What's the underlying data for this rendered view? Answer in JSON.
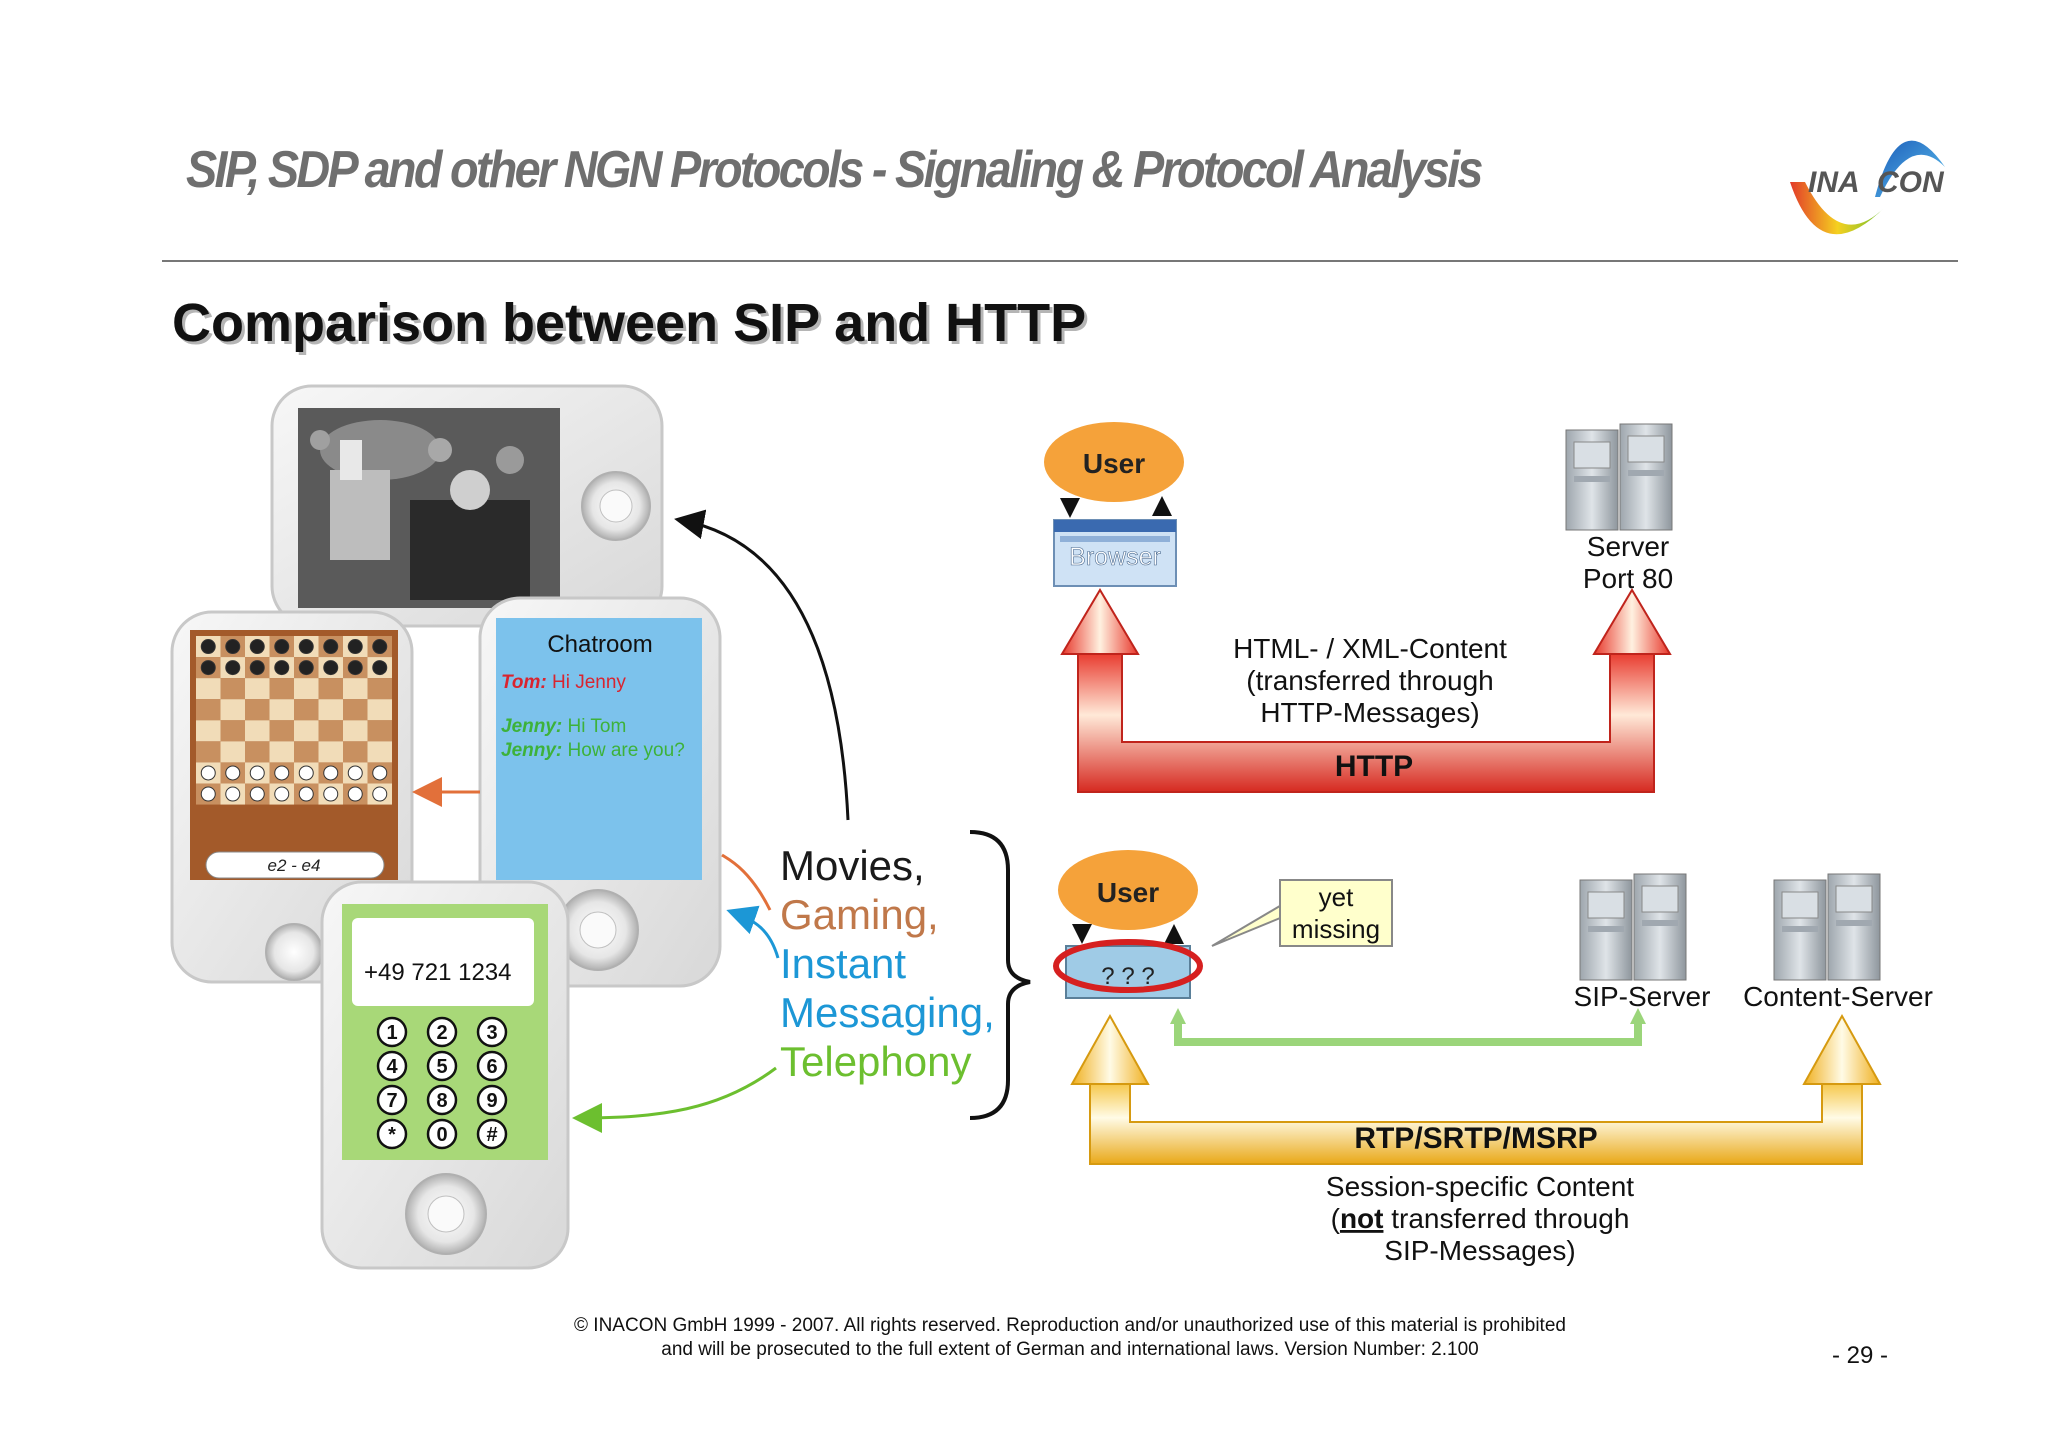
{
  "header": {
    "title": "SIP, SDP and other NGN Protocols - Signaling & Protocol Analysis",
    "logo_left": "INA",
    "logo_right": "CON"
  },
  "slide": {
    "title": "Comparison between SIP and HTTP"
  },
  "phones": {
    "chat_title": "Chatroom",
    "chat_lines": [
      {
        "name": "Tom:",
        "text": " Hi Jenny",
        "color": "#d9242f"
      },
      {
        "name": "Jenny:",
        "text": " Hi Tom",
        "color": "#3db23a"
      },
      {
        "name": "Jenny:",
        "text": " How are you?",
        "color": "#3db23a"
      }
    ],
    "chess_move": "e2 - e4",
    "phone_number": "+49 721 1234",
    "keypad": [
      "1",
      "2",
      "3",
      "4",
      "5",
      "6",
      "7",
      "8",
      "9",
      "*",
      "0",
      "#"
    ]
  },
  "services": [
    {
      "label": "Movies,",
      "color": "#1a1a1a"
    },
    {
      "label": "Gaming,",
      "color": "#c0784a"
    },
    {
      "label": "Instant",
      "color": "#1c97d6"
    },
    {
      "label": "Messaging,",
      "color": "#1c97d6"
    },
    {
      "label": "Telephony",
      "color": "#6cbf2f"
    }
  ],
  "http_diagram": {
    "user": "User",
    "browser": "Browser",
    "server_line1": "Server",
    "server_line2": "Port 80",
    "content_line1": "HTML- / XML-Content",
    "content_line2": "(transferred through",
    "content_line3": "HTTP-Messages)",
    "protocol": "HTTP"
  },
  "sip_diagram": {
    "user": "User",
    "client": "? ? ?",
    "callout_line1": "yet",
    "callout_line2": "missing",
    "sip_server": "SIP-Server",
    "content_server": "Content-Server",
    "protocol": "RTP/SRTP/MSRP",
    "content_line1": "Session-specific Content",
    "content_line2_pre": "(",
    "content_line2_bold": "not",
    "content_line2_post": " transferred through",
    "content_line3": "SIP-Messages)"
  },
  "footer": {
    "line1": "© INACON GmbH 1999 - 2007.  All rights reserved. Reproduction and/or unauthorized use of this material is prohibited",
    "line2": "and will be prosecuted to the full extent of German and international laws. Version Number: 2.100",
    "page": "- 29 -"
  },
  "colors": {
    "user_oval": "#f5a23a",
    "http_arrow": "#e8372b",
    "rtp_arrow": "#f5c23a",
    "sip_arrow": "#8ccf6a",
    "callout_bg": "#ffffcc",
    "red_ring": "#d62020"
  }
}
